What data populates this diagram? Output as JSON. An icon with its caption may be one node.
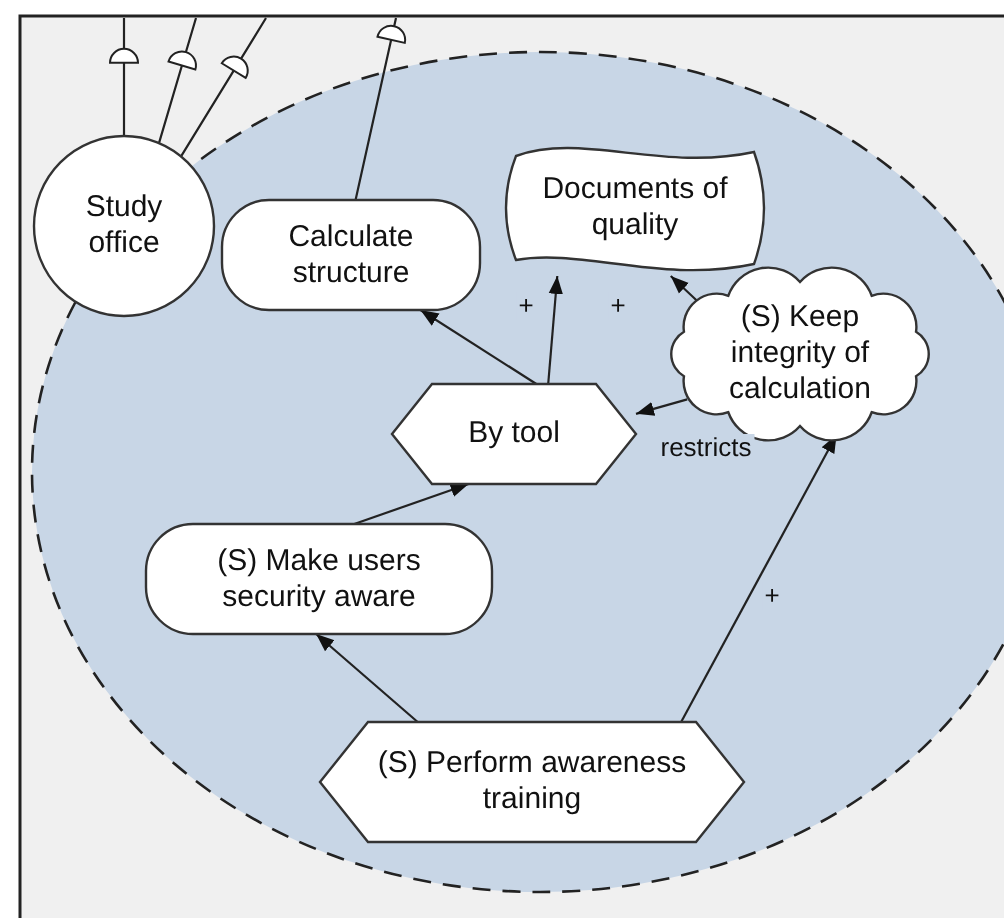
{
  "diagram": {
    "nodes": [
      {
        "text": [],
        "shape": "circle"
      },
      {
        "text": [
          "Study office"
        ]
      },
      {
        "text": [
          "Calculate structure"
        ],
        "in": 0
      },
      {
        "text": [
          "Documents of quality"
        ],
        "in": 0
      },
      {
        "text": [
          "(S) Keep integrity of calculation"
        ],
        "in": 0
      },
      {
        "text": [
          "By tool"
        ],
        "in": 0
      },
      {
        "text": [
          "(S) Make users security aware"
        ],
        "in": 0
      },
      {
        "text": [
          "(S) Perform awareness training"
        ],
        "in": 0
      }
    ],
    "edges": [
      {
        "from": 1,
        "to": null,
        "arrow": "none"
      },
      {
        "from": 1,
        "to": null,
        "arrow": "none"
      },
      {
        "from": 1,
        "to": null,
        "arrow": "none"
      },
      {
        "from": 2,
        "to": null,
        "arrow": "none"
      },
      {
        "from": 5,
        "to": 2,
        "arrow": "to"
      },
      {
        "from": 5,
        "to": 3,
        "arrow": "to",
        "label": "+"
      },
      {
        "from": 4,
        "to": 3,
        "arrow": "to",
        "label": "+"
      },
      {
        "from": 4,
        "to": 5,
        "arrow": "to",
        "label": "restricts"
      },
      {
        "from": 6,
        "to": 5,
        "arrow": "to"
      },
      {
        "from": 7,
        "to": 6,
        "arrow": "to"
      },
      {
        "from": 7,
        "to": 4,
        "arrow": "to",
        "label": "+"
      }
    ]
  }
}
